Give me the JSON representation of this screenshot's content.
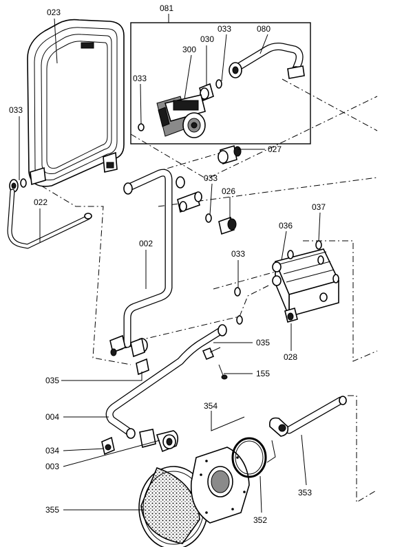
{
  "labels": {
    "p023": "023",
    "p081": "081",
    "p030": "030",
    "p033_box": "033",
    "p080": "080",
    "p300": "300",
    "p033_pump": "033",
    "p033_tank": "033",
    "p027": "027",
    "p022": "022",
    "p033_mid": "033",
    "p026": "026",
    "p037": "037",
    "p036": "036",
    "p002": "002",
    "p033_hx": "033",
    "p035_right": "035",
    "p028": "028",
    "p035_left": "035",
    "p155": "155",
    "p354": "354",
    "p004": "004",
    "p034": "034",
    "p003": "003",
    "p353": "353",
    "p355": "355",
    "p352": "352"
  }
}
